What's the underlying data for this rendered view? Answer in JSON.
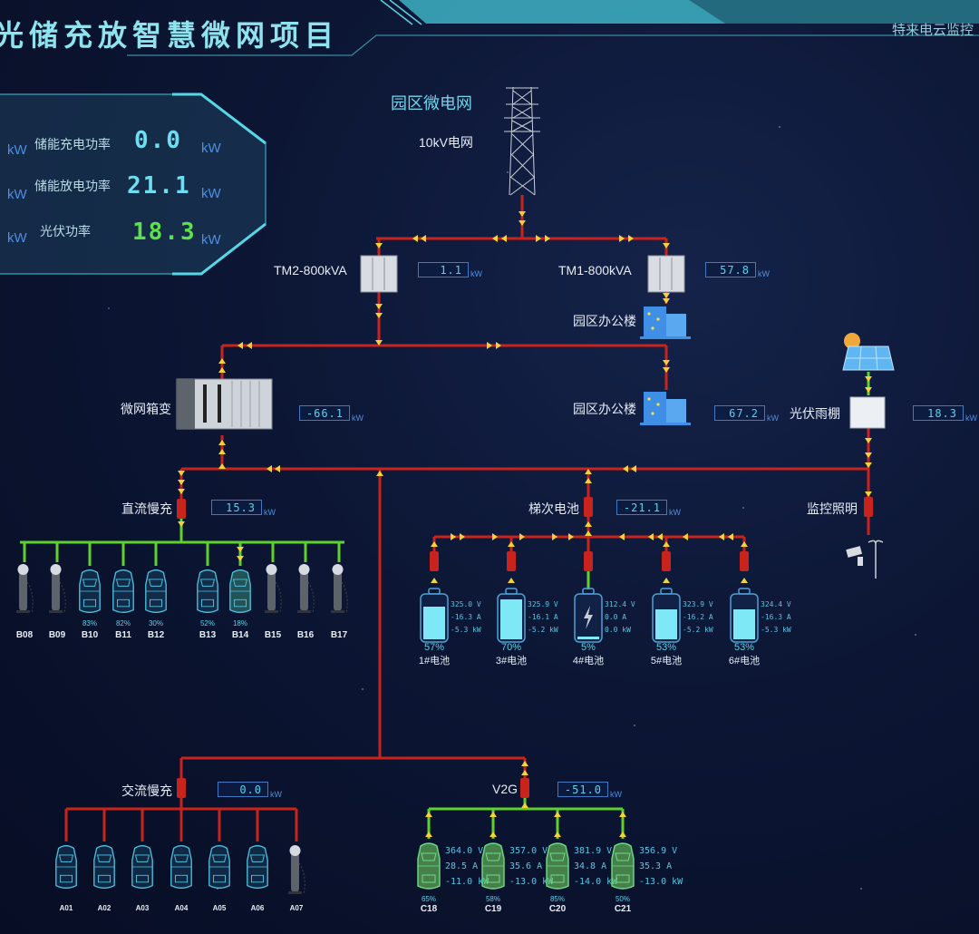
{
  "header": {
    "title": "光储充放智慧微网项目",
    "brand": "特来电云监控"
  },
  "summary_panel": {
    "unit": "kW",
    "rows": [
      {
        "label": "储能充电功率",
        "value": "0.0",
        "unit": "kW",
        "color": "#6fdcf0"
      },
      {
        "label": "储能放电功率",
        "value": "21.1",
        "unit": "kW",
        "color": "#6fdcf0"
      },
      {
        "label": "光伏功率",
        "value": "18.3",
        "unit": "kW",
        "color": "#5de04a"
      }
    ]
  },
  "grid": {
    "title": "园区微电网",
    "source_label": "10kV电网"
  },
  "transformers": [
    {
      "name": "TM2-800kVA",
      "value": "1.1",
      "unit": "kW"
    },
    {
      "name": "TM1-800kVA",
      "value": "57.8",
      "unit": "kW"
    }
  ],
  "office_buildings": [
    {
      "name": "园区办公楼"
    },
    {
      "name": "园区办公楼",
      "value": "67.2",
      "unit": "kW"
    }
  ],
  "microgrid_box": {
    "name": "微网箱变",
    "value": "-66.1",
    "unit": "kW"
  },
  "pv_canopy": {
    "name": "光伏雨棚",
    "value": "18.3",
    "unit": "kW"
  },
  "monitoring_lighting": {
    "name": "监控照明"
  },
  "dc_slow_charging": {
    "name": "直流慢充",
    "value": "15.3",
    "unit": "kW",
    "spots": [
      {
        "id": "B08",
        "type": "charger"
      },
      {
        "id": "B09",
        "type": "charger"
      },
      {
        "id": "B10",
        "type": "car",
        "soc": "83%"
      },
      {
        "id": "B11",
        "type": "car",
        "soc": "82%"
      },
      {
        "id": "B12",
        "type": "car",
        "soc": "30%"
      },
      {
        "id": "B13",
        "type": "car",
        "soc": "52%"
      },
      {
        "id": "B14",
        "type": "car",
        "soc": "18%",
        "charging": true
      },
      {
        "id": "B15",
        "type": "charger"
      },
      {
        "id": "B16",
        "type": "charger"
      },
      {
        "id": "B17",
        "type": "charger"
      }
    ]
  },
  "echelon_battery": {
    "name": "梯次电池",
    "value": "-21.1",
    "unit": "kW",
    "batteries": [
      {
        "name": "1#电池",
        "soc": "57%",
        "soc_value": 57,
        "voltage": "325.0",
        "current": "-16.3",
        "power": "-5.3"
      },
      {
        "name": "3#电池",
        "soc": "70%",
        "soc_value": 70,
        "voltage": "325.9",
        "current": "-16.1",
        "power": "-5.2"
      },
      {
        "name": "4#电池",
        "soc": "5%",
        "soc_value": 5,
        "voltage": "312.4",
        "current": "0.0",
        "power": "0.0",
        "idle": true
      },
      {
        "name": "5#电池",
        "soc": "53%",
        "soc_value": 53,
        "voltage": "323.9",
        "current": "-16.2",
        "power": "-5.2"
      },
      {
        "name": "6#电池",
        "soc": "53%",
        "soc_value": 53,
        "voltage": "324.4",
        "current": "-16.3",
        "power": "-5.3"
      }
    ],
    "units": {
      "v": "V",
      "a": "A",
      "p": "kW"
    }
  },
  "ac_slow_charging": {
    "name": "交流慢充",
    "value": "0.0",
    "unit": "kW",
    "spots": [
      {
        "id": "A01",
        "type": "car"
      },
      {
        "id": "A02",
        "type": "car"
      },
      {
        "id": "A03",
        "type": "car"
      },
      {
        "id": "A04",
        "type": "car"
      },
      {
        "id": "A05",
        "type": "car"
      },
      {
        "id": "A06",
        "type": "car"
      },
      {
        "id": "A07",
        "type": "charger"
      }
    ]
  },
  "v2g": {
    "name": "V2G",
    "value": "-51.0",
    "unit": "kW",
    "cars": [
      {
        "id": "C18",
        "soc": "65%",
        "voltage": "364.0",
        "current": "28.5",
        "power": "-11.0"
      },
      {
        "id": "C19",
        "soc": "58%",
        "voltage": "357.0",
        "current": "35.6",
        "power": "-13.0"
      },
      {
        "id": "C20",
        "soc": "85%",
        "voltage": "381.9",
        "current": "34.8",
        "power": "-14.0"
      },
      {
        "id": "C21",
        "soc": "50%",
        "voltage": "356.9",
        "current": "35.3",
        "power": "-13.0"
      }
    ],
    "units": {
      "v": "V",
      "a": "A",
      "p": "kW"
    }
  },
  "colors": {
    "line_red": "#c8231c",
    "line_green": "#5fd12f",
    "arrow_yellow": "#f2d33a",
    "accent_cyan": "#6fdcf0"
  }
}
